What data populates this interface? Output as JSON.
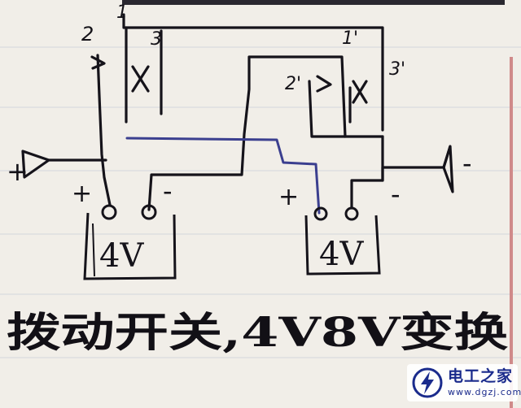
{
  "diagram": {
    "labels": {
      "contact_2": "2",
      "contact_3": "3",
      "contact_1_top": "1",
      "contact_1p": "1'",
      "contact_2p": "2'",
      "contact_3p": "3'",
      "plus_left": "+",
      "plus_left_battery": "+",
      "minus_left_battery": "-",
      "plus_right_battery": "+",
      "minus_right_battery": "-",
      "minus_right": "-",
      "battery_left": "4V",
      "battery_right": "4V"
    },
    "caption": "拨动开关,4V8V变换",
    "colors": {
      "paper": "#f1eee8",
      "ink": "#15131a",
      "blue_wire": "#3b3f8f",
      "margin_line": "#d08a8a"
    }
  },
  "watermark": {
    "title": "电工之家",
    "url": "www.dgzj.com",
    "logo_icon": "lightning-bolt-icon",
    "color": "#1a2b8c"
  }
}
